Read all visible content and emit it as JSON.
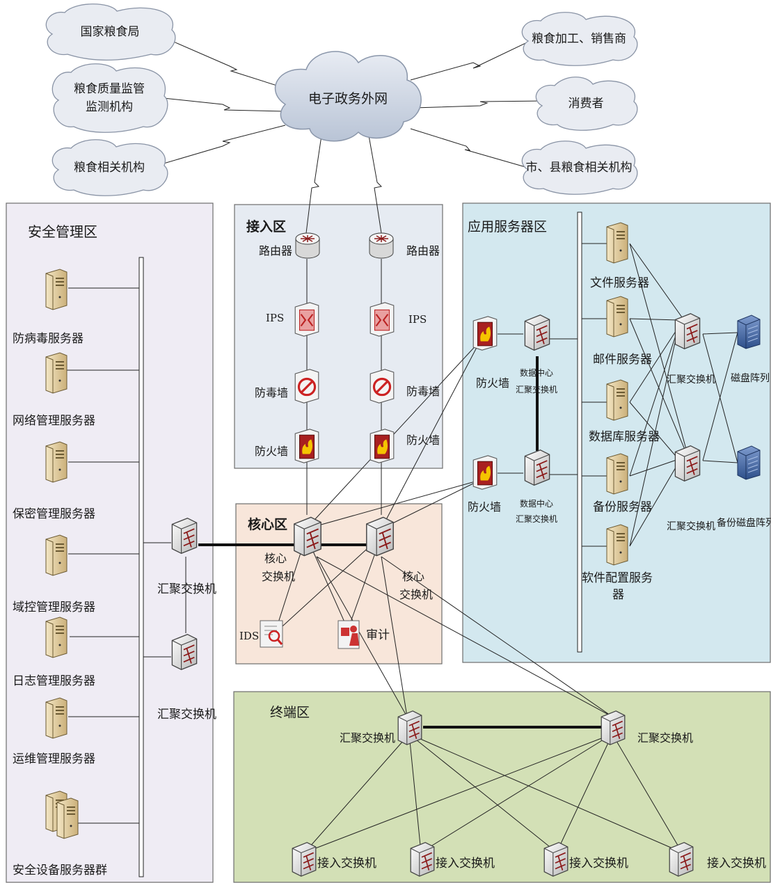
{
  "clouds": {
    "center": "电子政务外网",
    "left": [
      "国家粮食局",
      "粮食质量监管\n监测机构",
      "粮食相关机构"
    ],
    "right": [
      "粮食加工、销售商",
      "消费者",
      "市、县粮食相关机构"
    ]
  },
  "zones": {
    "security": "安全管理区",
    "access": "接入区",
    "app": "应用服务器区",
    "core": "核心区",
    "terminal": "终端区"
  },
  "security": {
    "servers": [
      "防病毒服务器",
      "网络管理服务器",
      "保密管理服务器",
      "域控管理服务器",
      "日志管理服务器",
      "运维管理服务器",
      "安全设备服务器群"
    ],
    "agg_switch_1": "汇聚交换机",
    "agg_switch_2": "汇聚交换机"
  },
  "access": {
    "router": "路由器",
    "ips": "IPS",
    "antivirus": "防毒墙",
    "firewall": "防火墙"
  },
  "app": {
    "firewall": "防火墙",
    "dc_switch": "数据中心\n汇聚交换机",
    "servers": [
      "文件服务器",
      "邮件服务器",
      "数据库服务器",
      "备份服务器",
      "软件配置服务\n器"
    ],
    "agg_switch": "汇聚交换机",
    "disk_array": "磁盘阵列",
    "backup_disk_array": "备份磁盘阵列"
  },
  "core": {
    "switch": "核心\n交换机",
    "ids": "IDS",
    "audit": "审计"
  },
  "terminal": {
    "agg_switch": "汇聚交换机",
    "access_switch": "接入交换机"
  }
}
